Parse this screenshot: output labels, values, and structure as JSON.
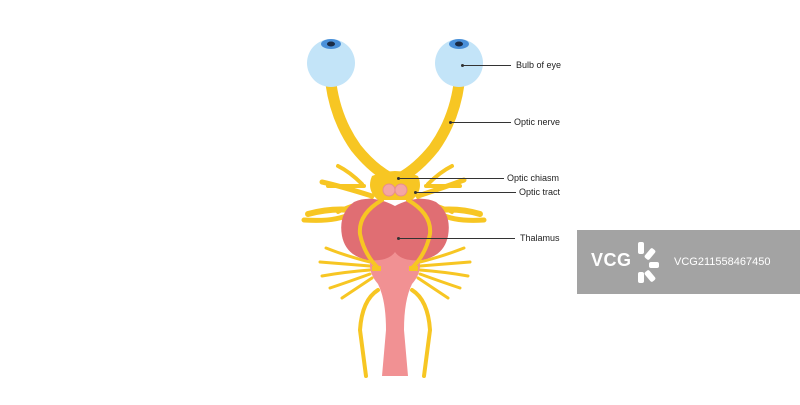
{
  "labels": {
    "bulb_of_eye": "Bulb of eye",
    "optic_nerve": "Optic nerve",
    "optic_chiasm": "Optic chiasm",
    "optic_tract": "Optic tract",
    "thalamus": "Thalamus"
  },
  "watermark": {
    "logo": "VCG",
    "id": "VCG211558467450"
  },
  "colors": {
    "eyeball": "#c3e4f8",
    "iris": "#4a90d9",
    "pupil": "#1a2a44",
    "nerve": "#f7c623",
    "thalamus": "#e06e73",
    "brainstem": "#f19193",
    "chiasm_nodes": "#f4a6a4",
    "watermark_bg": "#808080"
  }
}
